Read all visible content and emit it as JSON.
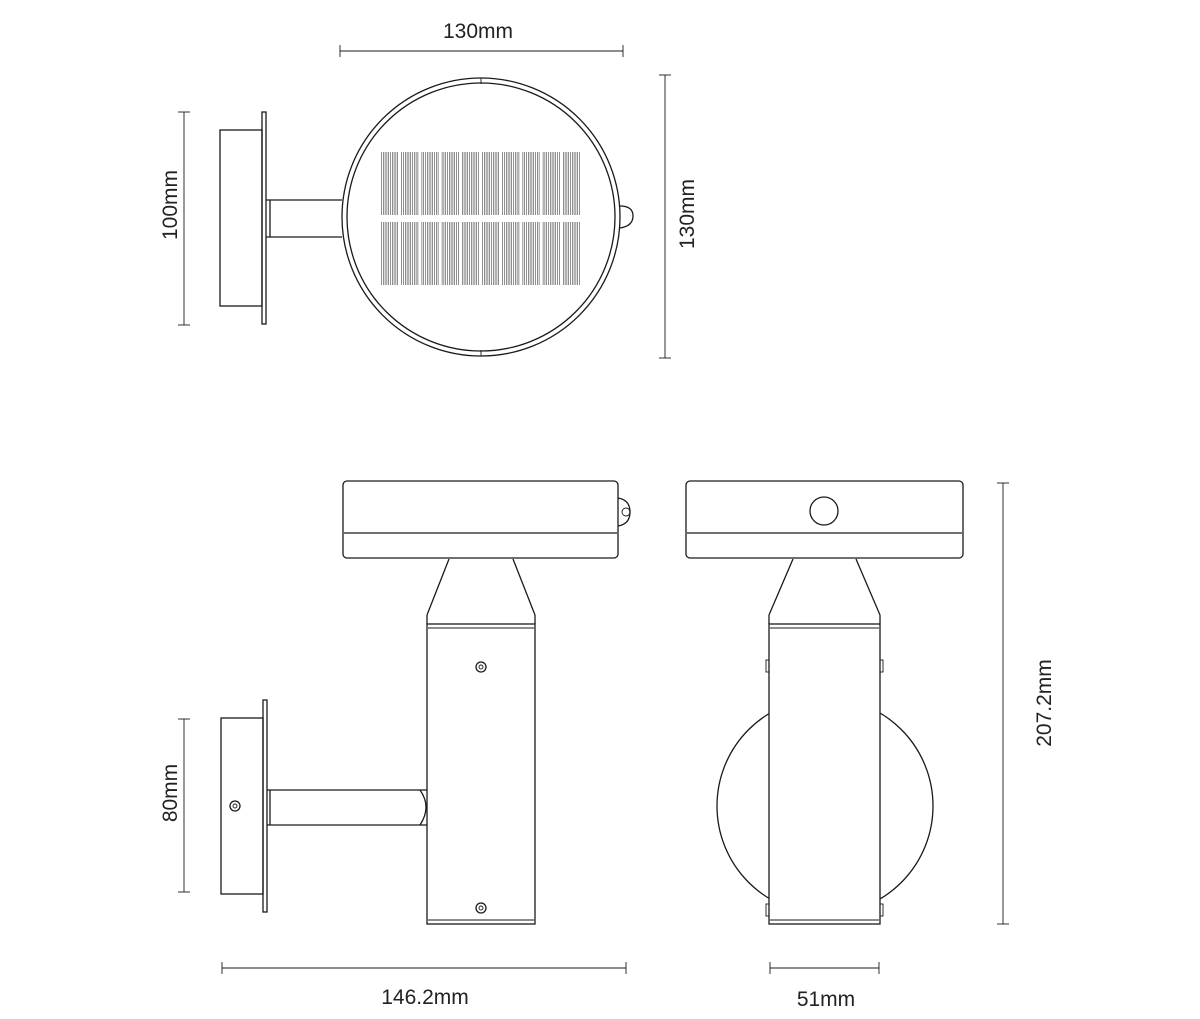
{
  "dimensions": {
    "top_width": "130mm",
    "top_height_left": "100mm",
    "top_height_right": "130mm",
    "side_height": "80mm",
    "total_width": "146.2mm",
    "front_height": "207.2mm",
    "front_width": "51mm"
  },
  "colors": {
    "line": "#1a1a1a",
    "text": "#222222",
    "background": "#ffffff"
  }
}
